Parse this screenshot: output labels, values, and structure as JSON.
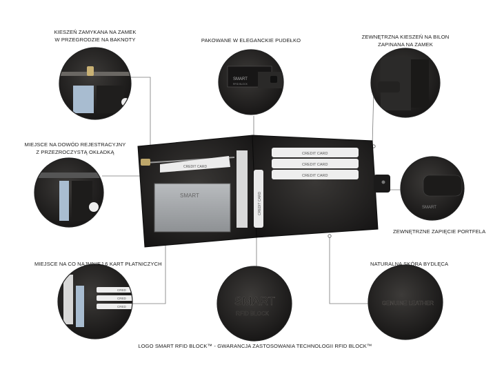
{
  "callouts": {
    "zipper": {
      "line1": "KIESZEŃ ZAMYKANA NA ZAMEK",
      "line2": "W PRZEGRODZIE NA BAKNOTY"
    },
    "box": {
      "line1": "PAKOWANE W ELEGANCKIE PUDEŁKO"
    },
    "coin": {
      "line1": "ZEWNĘTRZNA KIESZEŃ NA BILON",
      "line2": "ZAPINANA NA ZAMEK"
    },
    "id_doc": {
      "line1": "MIEJSCE NA DOWÓD REJESTRACYJNY",
      "line2": "Z PRZEZROCZYSTĄ OKŁADKĄ"
    },
    "clasp": {
      "line1": "ZEWNĘTRZNE ZAPIĘCIE PORTFELA"
    },
    "cards": {
      "line1": "MIEJSCE NA CO NAJMNIEJ 6 KART PŁATNICZYCH"
    },
    "leather": {
      "line1": "NATURALNA SKÓRA BYDLĘCA"
    },
    "logo": {
      "line1": "LOGO SMART RFID BLOCK™ - GWARANCJA ZASTOSOWANIA TECHNOLOGII RFID BLOCK™"
    }
  },
  "wallet": {
    "card_labels": [
      "CREDIT CARD",
      "CREDIT CARD",
      "CREDIT CARD"
    ],
    "vertical_card_label": "CREDIT CARD",
    "left_card_label": "CREDIT CARD",
    "window_brand": "SMART"
  },
  "details": {
    "box_brand": "SMART",
    "box_sub": "RFID BLOCK",
    "logo_main": "SMART",
    "logo_sub": "RFID BLOCK",
    "clasp_brand": "SMART",
    "leather_emboss": "GENUINE LEATHER",
    "cards_detail_labels": [
      "CRED",
      "CRED",
      "CRED"
    ]
  }
}
